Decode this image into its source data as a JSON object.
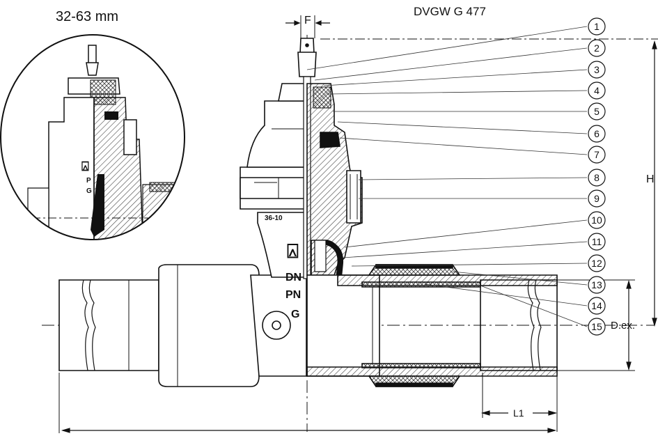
{
  "header": {
    "size_range": "32-63 mm",
    "standard": "DVGW G 477"
  },
  "dimensions": {
    "F": "F",
    "H": "H",
    "D_ex": "D.ex.",
    "L1": "L1"
  },
  "markings": {
    "casting_code": "36-10",
    "DN": "DN",
    "PN": "PN",
    "G": "G",
    "inset_P": "P",
    "inset_G": "G"
  },
  "callouts": [
    "1",
    "2",
    "3",
    "4",
    "5",
    "6",
    "7",
    "8",
    "9",
    "10",
    "11",
    "12",
    "13",
    "14",
    "15"
  ],
  "colors": {
    "line": "#111111",
    "hatch": "#444444",
    "background": "#ffffff"
  }
}
